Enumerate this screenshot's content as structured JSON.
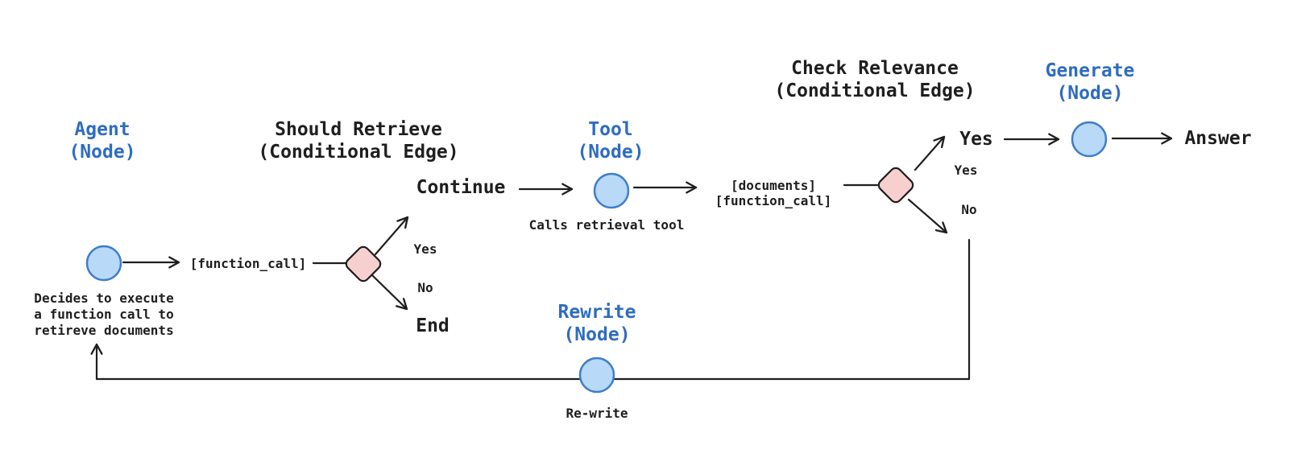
{
  "diagram": {
    "headings": {
      "agent": {
        "line1": "Agent",
        "line2": "(Node)"
      },
      "should_retrieve": {
        "line1": "Should Retrieve",
        "line2": "(Conditional Edge)"
      },
      "tool": {
        "line1": "Tool",
        "line2": "(Node)"
      },
      "check_relevance": {
        "line1": "Check Relevance",
        "line2": "(Conditional Edge)"
      },
      "generate": {
        "line1": "Generate",
        "line2": "(Node)"
      },
      "rewrite": {
        "line1": "Rewrite",
        "line2": "(Node)"
      }
    },
    "labels": {
      "continue": "Continue",
      "end": "End",
      "yes_large": "Yes",
      "answer": "Answer",
      "diamond1_yes": "Yes",
      "diamond1_no": "No",
      "diamond2_yes": "Yes",
      "diamond2_no": "No",
      "function_call_edge": "[function_call]",
      "documents_line1": "[documents]",
      "documents_line2": "[function_call]",
      "tool_caption": "Calls retrieval tool",
      "agent_caption_line1": "Decides to execute",
      "agent_caption_line2": "a function call to",
      "agent_caption_line3": "retireve documents",
      "rewrite_caption": "Re-write"
    },
    "colors": {
      "node_label_text": "#2e6cc0",
      "dark_text": "#1e1e1e",
      "node_circle_fill": "#b8d9f7",
      "node_circle_stroke": "#3e7dc9",
      "diamond_fill": "#f8cfcf",
      "diamond_stroke": "#1e1e1e",
      "edge_stroke": "#1e1e1e",
      "background": "#ffffff"
    }
  }
}
